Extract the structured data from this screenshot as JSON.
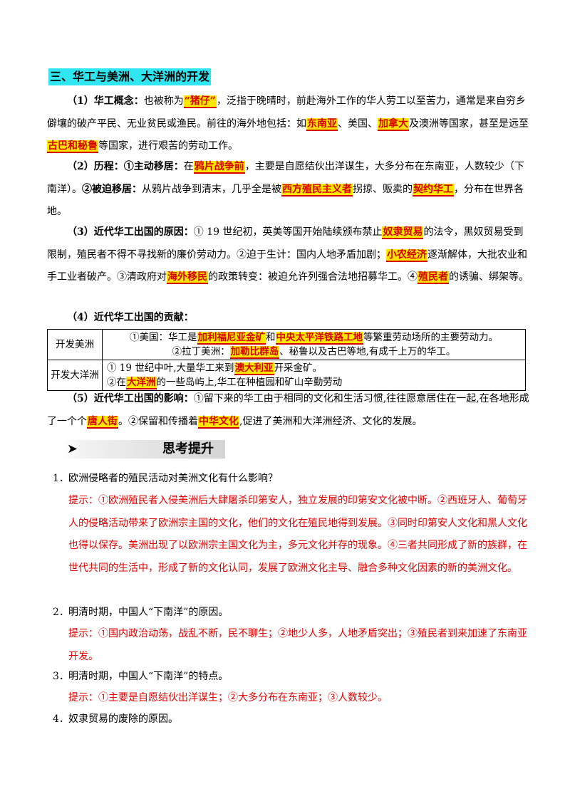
{
  "section_title": "三、华工与美洲、大洋洲的开发",
  "p1": {
    "lead": "（1）华工概念：",
    "t1": "也被称为",
    "h1": "“猪仔”",
    "t2": "，泛指于晚晴时，前赴海外工作的华人劳工以至苦力，通常是来自穷乡僻壤的破产平民、无业贫民或渔民。前往的海外地包括：如",
    "h2": "东南亚",
    "t3": "、美国、",
    "h3": "加拿大",
    "t4": "及澳洲等国家，甚至是远至",
    "h4": "古巴和秘鲁",
    "t5": "等国家，进行艰苦的劳动工作。"
  },
  "p2": {
    "lead": "（2）历程：①主动移居：",
    "t1": "在",
    "h1": "鸦片战争前",
    "t2": "，主要是自愿结伙出洋谋生，大多分布在东南亚，人数较少（下南洋）。",
    "b2": "②被迫移居：",
    "t3": "从鸦片战争到清末，几乎全是被",
    "h2": "西方殖民主义者",
    "t4": "拐掠、贩卖的",
    "h3": "契约华工",
    "t5": "，分布在世界各地。"
  },
  "p3": {
    "lead": "（3）近代华工出国的原因：",
    "t1": "① 19 世纪初，英美等国开始陆续颁布禁止",
    "h1": "奴隶贸易",
    "t2": "的法令，黑奴贸易受到限制，殖民者不得不寻找新的廉价劳动力。②迫于生计：国内人地矛盾加剧；",
    "h2": "小农经济",
    "t3": "逐渐解体，大批农业和手工业者破产。③清政府对",
    "h3": "海外移民",
    "t4": "的政策转变：被迫允许列强合法地招募华工。④",
    "h4": "殖民者",
    "t5": "的诱骗、绑架等。"
  },
  "p4": {
    "lead": "（4）近代华工出国的贡献："
  },
  "table": {
    "r1_label": "开发美洲",
    "r1_a1": "①美国：华工是",
    "r1_h1": "加利福尼亚金矿",
    "r1_a2": "和",
    "r1_h2": "中央太平洋铁路工地",
    "r1_a3": "等繁重劳动场所的主要劳动力。",
    "r1_b1": "②拉丁美洲：",
    "r1_h3": "加勒比群岛",
    "r1_b2": "、秘鲁以及古巴等地,有成千上万的华工。",
    "r2_label": "开发大洋洲",
    "r2_a1": "① 19 世纪中叶,大量华工来到",
    "r2_h1": "澳大利亚",
    "r2_a2": "开采金矿。",
    "r2_b1": "②在",
    "r2_h2": "大洋洲",
    "r2_b2": "的一些岛屿上,华工在种植园和矿山辛勤劳动"
  },
  "p5": {
    "lead": "（5）近代华工出国的影响：",
    "t1": "①留下来的华工由于相同的文化和生活习惯,往往愿意居住在一起,在各地形成了一个个",
    "h1": "唐人街",
    "t2": "。②保留和传播着",
    "h2": "中华文化",
    "t3": ",促进了美洲和大洋洲经济、文化的发展。"
  },
  "think": {
    "arrow": "➤",
    "title": "思考提升"
  },
  "questions": [
    {
      "num": "1．",
      "q": "欧洲侵略者的殖民活动对美洲文化有什么影响？",
      "a": "提示：①欧洲殖民者入侵美洲后大肆屠杀印第安人，独立发展的印第安文化被中断。②西班牙人、葡萄牙人的侵略活动带来了欧洲宗主国的文化，他们的文化在殖民地得到发展。③同时印第安人文化和黑人文化也得以保存。美洲出现了以欧洲宗主国文化为主，多元文化并存的现象。④三者共同形成了新的族群，在世代共同的生活中，形成了新的文化认同，发展了欧洲文化主导、融合多种文化因素的新的美洲文化。"
    },
    {
      "num": "2．",
      "q": "明清时期，中国人“下南洋”的原因。",
      "a": "提示：①国内政治动荡，战乱不断，民不聊生；②地少人多，人地矛盾突出；③殖民者到来加速了东南亚开发。"
    },
    {
      "num": "3．",
      "q": "明清时期，中国人“下南洋”的特点。",
      "a": "提示：①主要是自愿结伙出洋谋生；②大多分布在东南亚；③人数较少。"
    },
    {
      "num": "4．",
      "q": "奴隶贸易的废除的原因。"
    }
  ]
}
